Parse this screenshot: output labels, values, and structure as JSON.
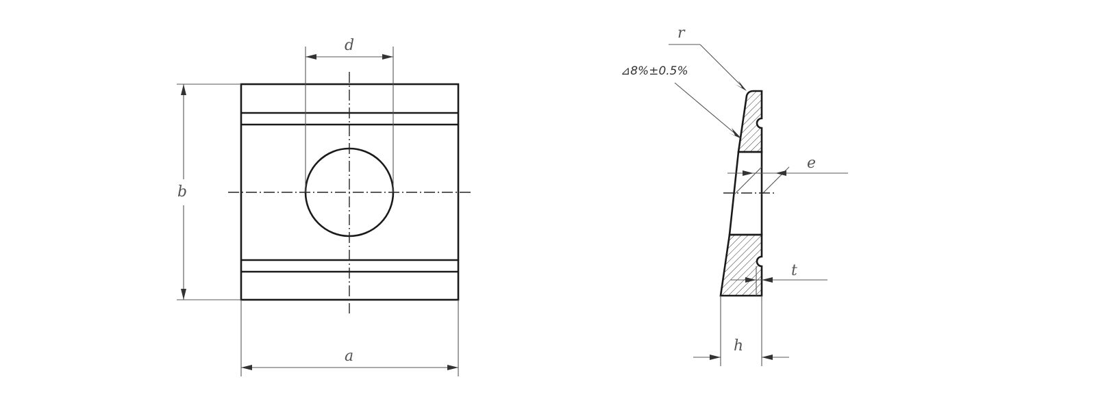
{
  "diagram": {
    "type": "engineering-drawing",
    "subject": "tapered square washer",
    "front_view": {
      "dimension_labels": {
        "width": "a",
        "height": "b",
        "hole_diameter": "d"
      }
    },
    "side_view": {
      "dimension_labels": {
        "radius": "r",
        "offset": "e",
        "groove_depth": "t",
        "thickness": "h"
      },
      "taper_annotation": "⊿8%±0.5%",
      "taper_symbol": "△",
      "taper_value": "8%±0.5%"
    },
    "colors": {
      "line": "#1a1a1a",
      "dim_line": "#555555",
      "background": "#ffffff"
    }
  }
}
